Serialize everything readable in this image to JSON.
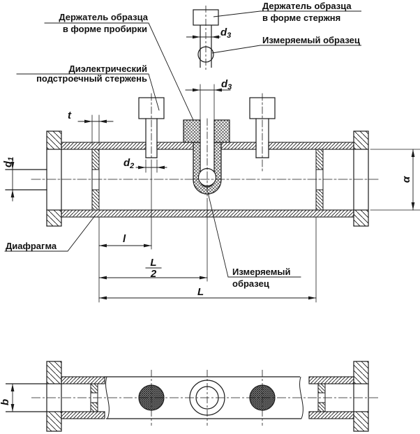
{
  "figure": {
    "type": "technical-drawing",
    "description": "Waveguide measuring cell section and top view",
    "line_color": "#1a1a1a",
    "bg_color": "#ffffff"
  },
  "labels": {
    "holder_tube_line1": "Держатель образца",
    "holder_tube_line2": "в форме пробирки",
    "holder_rod_line1": "Держатель образца",
    "holder_rod_line2": "в форме стержня",
    "measured_sample_inset": "Измеряемый образец",
    "dielectric_line1": "Диэлектрический",
    "dielectric_line2": "подстроечный стержень",
    "diaphragm": "Диафрагма",
    "measured_sample_line1": "Измеряемый",
    "measured_sample_line2": "образец"
  },
  "dims": {
    "t": "t",
    "d_base": "d",
    "d1_sub": "1",
    "d2_sub": "2",
    "d3_sub": "3",
    "alpha": "α",
    "l": "l",
    "L_half_num": "L",
    "L_half_den": "2",
    "L": "L",
    "b": "b"
  }
}
